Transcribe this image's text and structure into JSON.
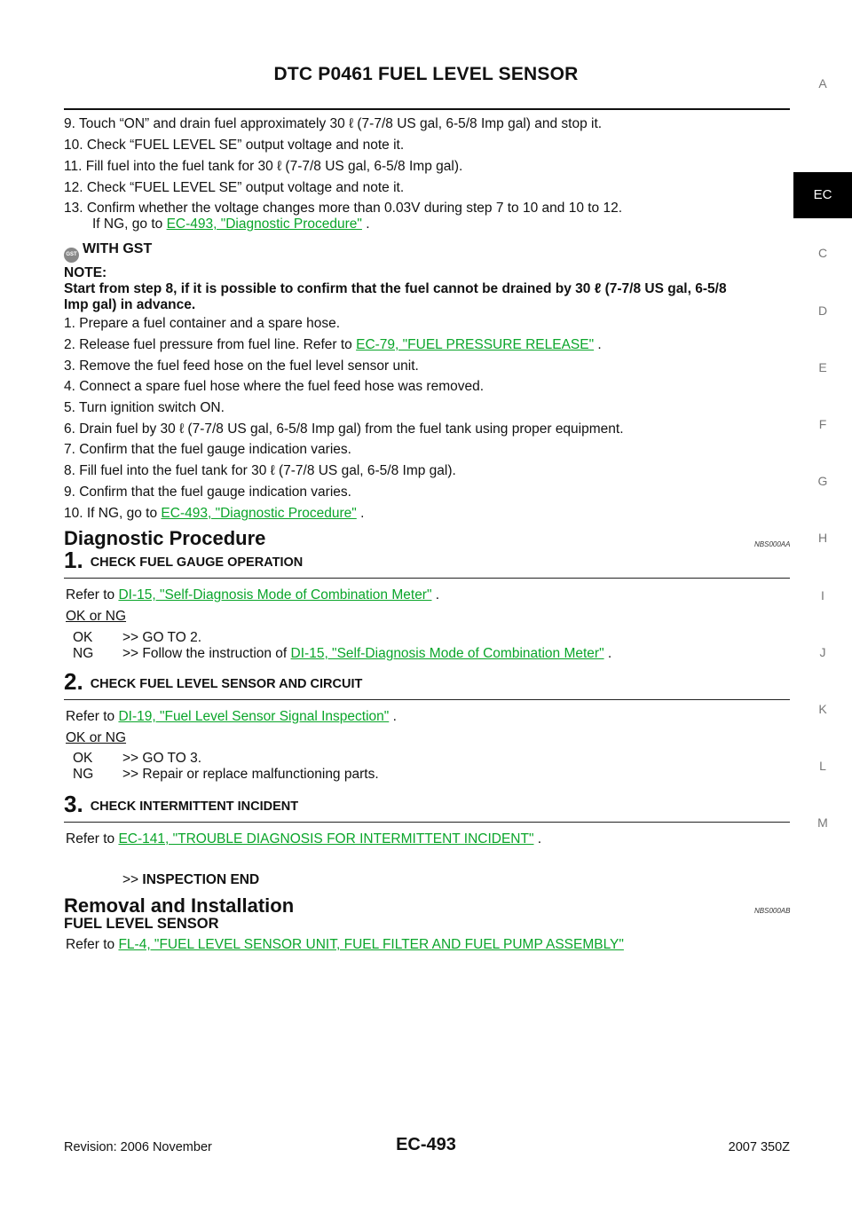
{
  "header": {
    "title": "DTC P0461 FUEL LEVEL SENSOR"
  },
  "side_tabs": [
    {
      "label": "A",
      "active": false
    },
    {
      "label": "EC",
      "active": true
    },
    {
      "label": "C",
      "active": false
    },
    {
      "label": "D",
      "active": false
    },
    {
      "label": "E",
      "active": false
    },
    {
      "label": "F",
      "active": false
    },
    {
      "label": "G",
      "active": false
    },
    {
      "label": "H",
      "active": false
    },
    {
      "label": "I",
      "active": false
    },
    {
      "label": "J",
      "active": false
    },
    {
      "label": "K",
      "active": false
    },
    {
      "label": "L",
      "active": false
    },
    {
      "label": "M",
      "active": false
    }
  ],
  "consult_steps": {
    "s9": "9.  Touch “ON” and drain fuel approximately 30 ℓ (7-7/8 US gal, 6-5/8 Imp gal) and stop it.",
    "s10": "10.  Check “FUEL LEVEL SE” output voltage and note it.",
    "s11": "11.  Fill fuel into the fuel tank for 30 ℓ (7-7/8 US gal, 6-5/8 Imp gal).",
    "s12": "12.  Check “FUEL LEVEL SE” output voltage and note it.",
    "s13": "13.  Confirm whether the voltage changes more than 0.03V during step 7 to 10 and 10 to 12.",
    "s13b_prefix": "If NG, go to ",
    "s13b_link": "EC-493, \"Diagnostic Procedure\"",
    "s13b_suffix": " ."
  },
  "gst": {
    "icon_label": "GST",
    "heading": "WITH GST",
    "note_label": "NOTE:",
    "note_line1": "Start from step 8, if it is possible to confirm that the fuel cannot be drained by 30 ℓ (7-7/8 US gal, 6-5/8",
    "note_line2": "Imp gal) in advance.",
    "s1": "1.  Prepare a fuel container and a spare hose.",
    "s2_prefix": "2.  Release fuel pressure from fuel line. Refer to ",
    "s2_link": "EC-79, \"FUEL PRESSURE RELEASE\"",
    "s2_suffix": " .",
    "s3": "3.  Remove the fuel feed hose on the fuel level sensor unit.",
    "s4": "4.  Connect a spare fuel hose where the fuel feed hose was removed.",
    "s5": "5.  Turn ignition switch ON.",
    "s6": "6.  Drain fuel by 30 ℓ (7-7/8 US gal, 6-5/8 Imp gal) from the fuel tank using proper equipment.",
    "s7": "7.  Confirm that the fuel gauge indication varies.",
    "s8": "8.  Fill fuel into the fuel tank for 30 ℓ (7-7/8 US gal, 6-5/8 Imp gal).",
    "s9": "9.  Confirm that the fuel gauge indication varies.",
    "s10_prefix": "10.  If NG, go to ",
    "s10_link": "EC-493, \"Diagnostic Procedure\"",
    "s10_suffix": " ."
  },
  "diag": {
    "heading": "Diagnostic Procedure",
    "code": "NBS000AA",
    "step1": {
      "num": "1.",
      "title": "CHECK FUEL GAUGE OPERATION",
      "refer_prefix": "Refer to ",
      "refer_link": "DI-15, \"Self-Diagnosis Mode of Combination Meter\"",
      "refer_suffix": " .",
      "okng": "OK or NG",
      "ok_key": "OK",
      "ok_text": ">> GO TO 2.",
      "ng_key": "NG",
      "ng_prefix": ">> Follow the instruction of ",
      "ng_link": "DI-15, \"Self-Diagnosis Mode of Combination Meter\"",
      "ng_suffix": " ."
    },
    "step2": {
      "num": "2.",
      "title": "CHECK FUEL LEVEL SENSOR AND CIRCUIT",
      "refer_prefix": "Refer to ",
      "refer_link": "DI-19, \"Fuel Level Sensor Signal Inspection\"",
      "refer_suffix": " .",
      "okng": "OK or NG",
      "ok_key": "OK",
      "ok_text": ">> GO TO 3.",
      "ng_key": "NG",
      "ng_text": ">> Repair or replace malfunctioning parts."
    },
    "step3": {
      "num": "3.",
      "title": "CHECK INTERMITTENT INCIDENT",
      "refer_prefix": "Refer to ",
      "refer_link": "EC-141, \"TROUBLE DIAGNOSIS FOR INTERMITTENT INCIDENT\"",
      "refer_suffix": " .",
      "end_arrow": ">>",
      "end_text": "INSPECTION END"
    }
  },
  "removal": {
    "heading": "Removal and Installation",
    "code": "NBS000AB",
    "subheading": "FUEL LEVEL SENSOR",
    "refer_prefix": "Refer to ",
    "refer_link": "FL-4, \"FUEL LEVEL SENSOR UNIT, FUEL FILTER AND FUEL PUMP ASSEMBLY\""
  },
  "footer": {
    "revision": "Revision: 2006 November",
    "page": "EC-493",
    "model": "2007 350Z"
  }
}
